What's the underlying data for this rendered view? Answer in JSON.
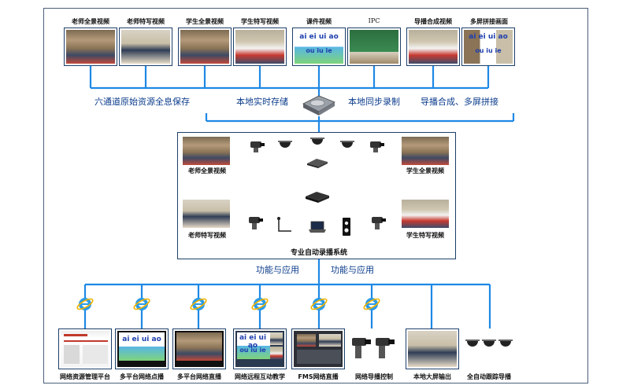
{
  "top_sources": [
    {
      "label": "老师全景视频"
    },
    {
      "label": "老师特写视频"
    },
    {
      "label": "学生全景视频"
    },
    {
      "label": "学生特写视频"
    },
    {
      "label": "课件视频",
      "scene_text_1": "ai ei ui ao",
      "scene_text_2": "ou iu ie"
    },
    {
      "label": "IPC"
    },
    {
      "label": "导播合成视频"
    },
    {
      "label": "多屏拼接画面",
      "scene_text_1": "ai ei ui ao",
      "scene_text_2": "ou iu ie"
    }
  ],
  "storage_functions": [
    "六通道原始资源全息保存",
    "本地实时存储",
    "本地同步录制",
    "导播合成、多屏拼接"
  ],
  "system": {
    "title": "专业自动录播系统",
    "views": [
      "老师全景视频",
      "学生全景视频",
      "老师特写视频",
      "学生特写视频"
    ]
  },
  "function_labels": [
    "功能与应用",
    "功能与应用"
  ],
  "applications": [
    {
      "label": "网络资源管理平台"
    },
    {
      "label": "多平台网络点播"
    },
    {
      "label": "多平台网络直播"
    },
    {
      "label": "网络远程互动教学",
      "scene_text_1": "ai ei ui ao",
      "scene_text_2": "ou iu ie"
    },
    {
      "label": "FMS网络直播"
    },
    {
      "label": "网络导播控制"
    },
    {
      "label": "本地大屏输出"
    },
    {
      "label": "全自动跟踪导播"
    }
  ],
  "colors": {
    "wire": "#1e88e5",
    "frame": "#4a5f7a",
    "text_blue": "#0b3c8c"
  },
  "icons": [
    "internet-explorer-icon",
    "hard-disk-icon",
    "dome-camera-icon",
    "ptz-camera-icon",
    "encoder-icon",
    "switch-icon",
    "microphone-icon",
    "laptop-icon",
    "speaker-icon"
  ]
}
